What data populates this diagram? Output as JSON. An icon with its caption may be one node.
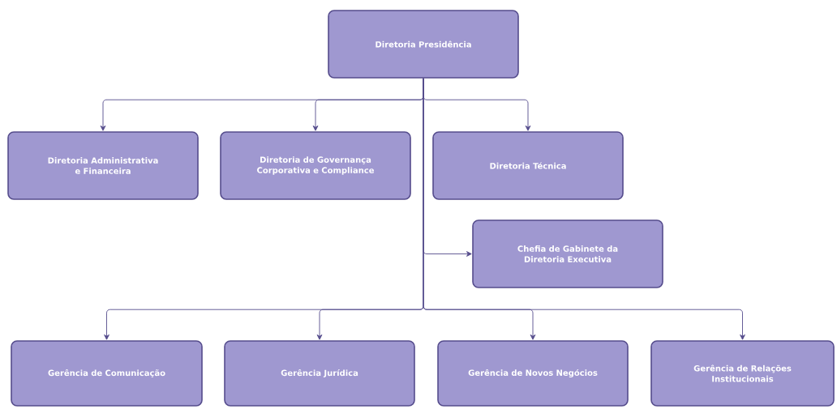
{
  "diagram": {
    "nodes": [
      {
        "text": [
          "Diretoria Presidência"
        ]
      },
      {
        "text": [
          "Diretoria Administrativa e Financeira"
        ]
      },
      {
        "text": [
          "Diretoria de Governança Corporativa e Compliance"
        ]
      },
      {
        "text": [
          "Diretoria Técnica"
        ]
      },
      {
        "text": [
          "Chefia de Gabinete da Diretoria Executiva"
        ]
      },
      {
        "text": [
          "Gerência de Comunicação"
        ]
      },
      {
        "text": [
          "Gerência Jurídica"
        ]
      },
      {
        "text": [
          "Gerência de Novos Negócios"
        ]
      },
      {
        "text": [
          "Gerência de Relações Institucionais"
        ]
      }
    ],
    "edges": [
      {
        "from": 0,
        "to": 1,
        "arrow": "to"
      },
      {
        "from": 0,
        "to": 2,
        "arrow": "to"
      },
      {
        "from": 0,
        "to": 3,
        "arrow": "to"
      },
      {
        "from": 0,
        "to": 4,
        "arrow": "to"
      },
      {
        "from": 0,
        "to": 5,
        "arrow": "to"
      },
      {
        "from": 0,
        "to": 6,
        "arrow": "to"
      },
      {
        "from": 0,
        "to": 7,
        "arrow": "to"
      },
      {
        "from": 0,
        "to": 8,
        "arrow": "to"
      }
    ]
  }
}
